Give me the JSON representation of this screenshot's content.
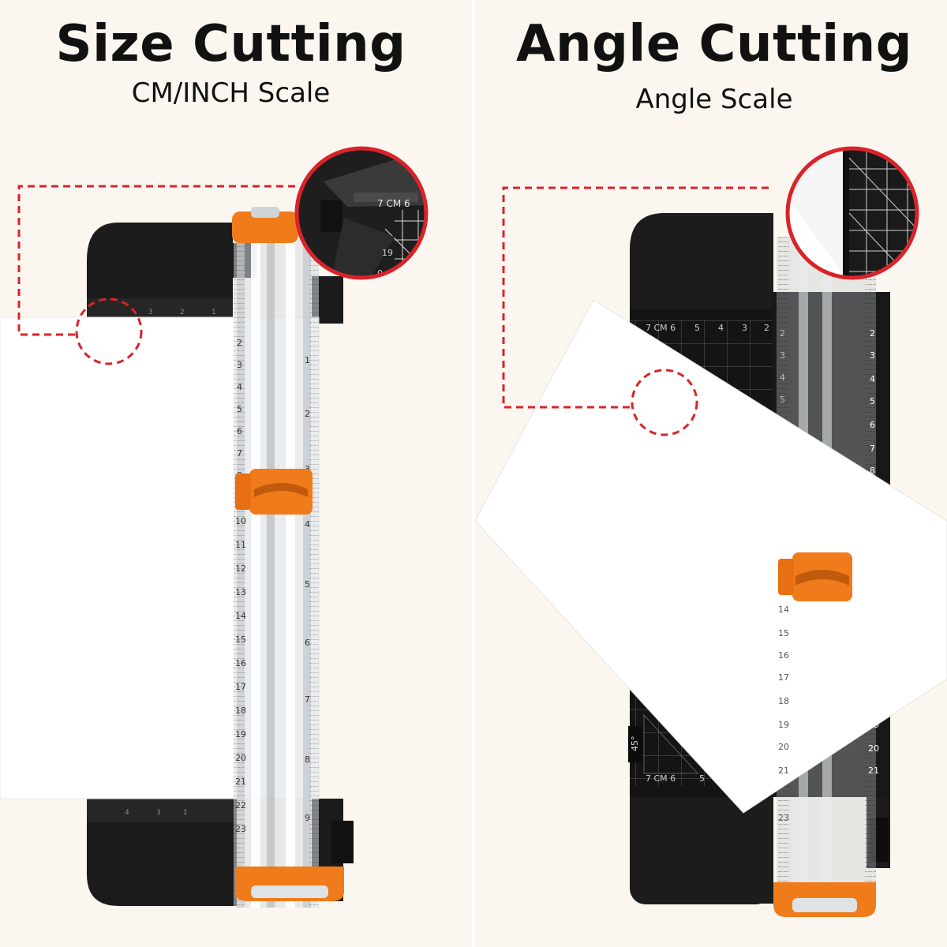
{
  "panels": {
    "left": {
      "title": "Size Cutting",
      "subtitle": "CM/INCH Scale"
    },
    "right": {
      "title": "Angle Cutting",
      "subtitle": "Angle Scale"
    }
  },
  "scale_labels": {
    "cm_mark": "7 CM 6",
    "angle_mark": "45°"
  },
  "colors": {
    "background": "#fbf7f0",
    "board": "#1a1a1a",
    "accent_orange": "#f07b1a",
    "guide_red": "#d9232a",
    "paper": "#ffffff"
  },
  "icons": {
    "zoom_callout": "magnifier-circle",
    "cut_guide": "dashed-outline"
  }
}
